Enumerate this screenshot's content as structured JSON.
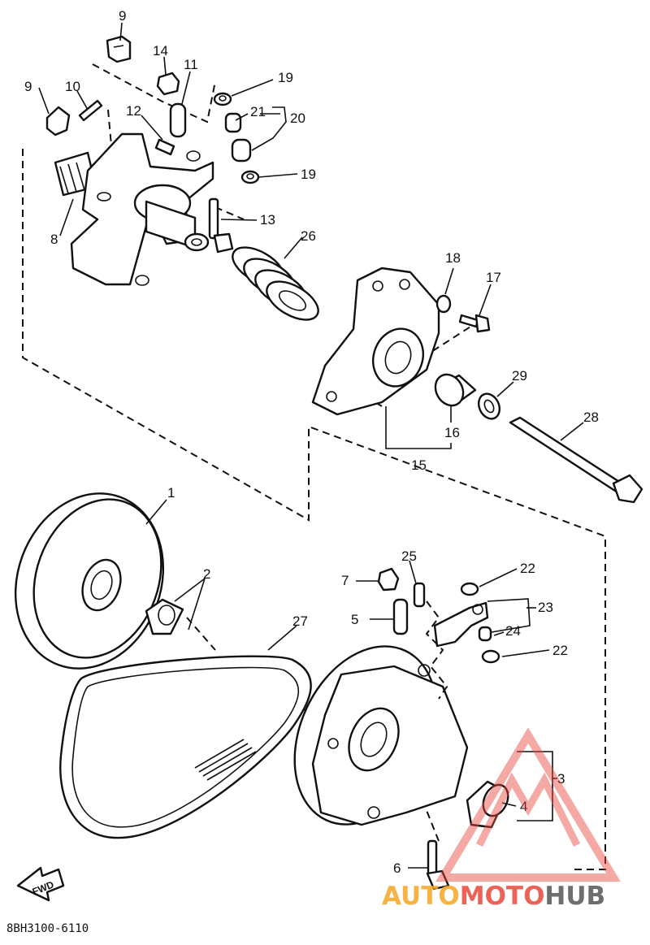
{
  "diagram": {
    "part_labels": [
      "1",
      "2",
      "3",
      "4",
      "5",
      "6",
      "7",
      "8",
      "9",
      "9",
      "10",
      "11",
      "12",
      "13",
      "14",
      "15",
      "16",
      "17",
      "18",
      "19",
      "19",
      "20",
      "21",
      "22",
      "22",
      "23",
      "24",
      "25",
      "26",
      "27",
      "28",
      "29"
    ],
    "fwd_label": "FWD",
    "diagram_code": "8BH3100-6110",
    "watermark": {
      "part_a": "AUTO",
      "part_b": "MOTO",
      "part_c": "HUB",
      "color_a": "#f5a623",
      "color_b": "#e8473c",
      "color_c": "#555555"
    }
  }
}
